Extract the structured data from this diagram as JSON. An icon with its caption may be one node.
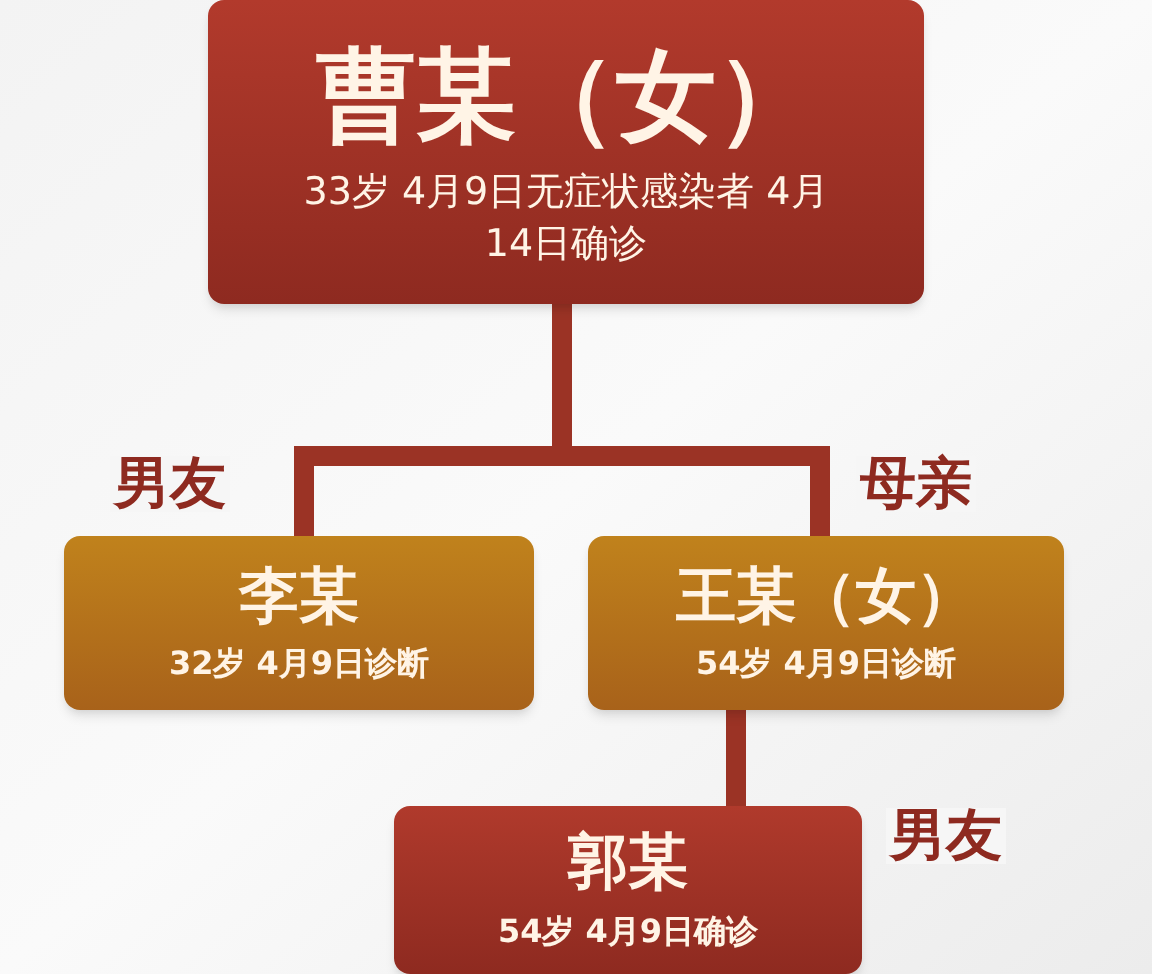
{
  "diagram": {
    "nodes": [
      {
        "text": [
          "曹某（女）",
          "33岁 4月9日无症状感染者 4月14日确诊"
        ]
      },
      {
        "text": [
          "李某",
          "32岁 4月9日诊断"
        ]
      },
      {
        "text": [
          "王某（女）",
          "54岁 4月9日诊断"
        ]
      },
      {
        "text": [
          "郭某",
          "54岁 4月9日确诊"
        ]
      }
    ],
    "edges": [
      {
        "from": 0,
        "to": 1,
        "arrow": "none",
        "label": "男友"
      },
      {
        "from": 0,
        "to": 2,
        "arrow": "none",
        "label": "母亲"
      },
      {
        "from": 2,
        "to": 3,
        "arrow": "none",
        "label": "男友"
      }
    ]
  }
}
